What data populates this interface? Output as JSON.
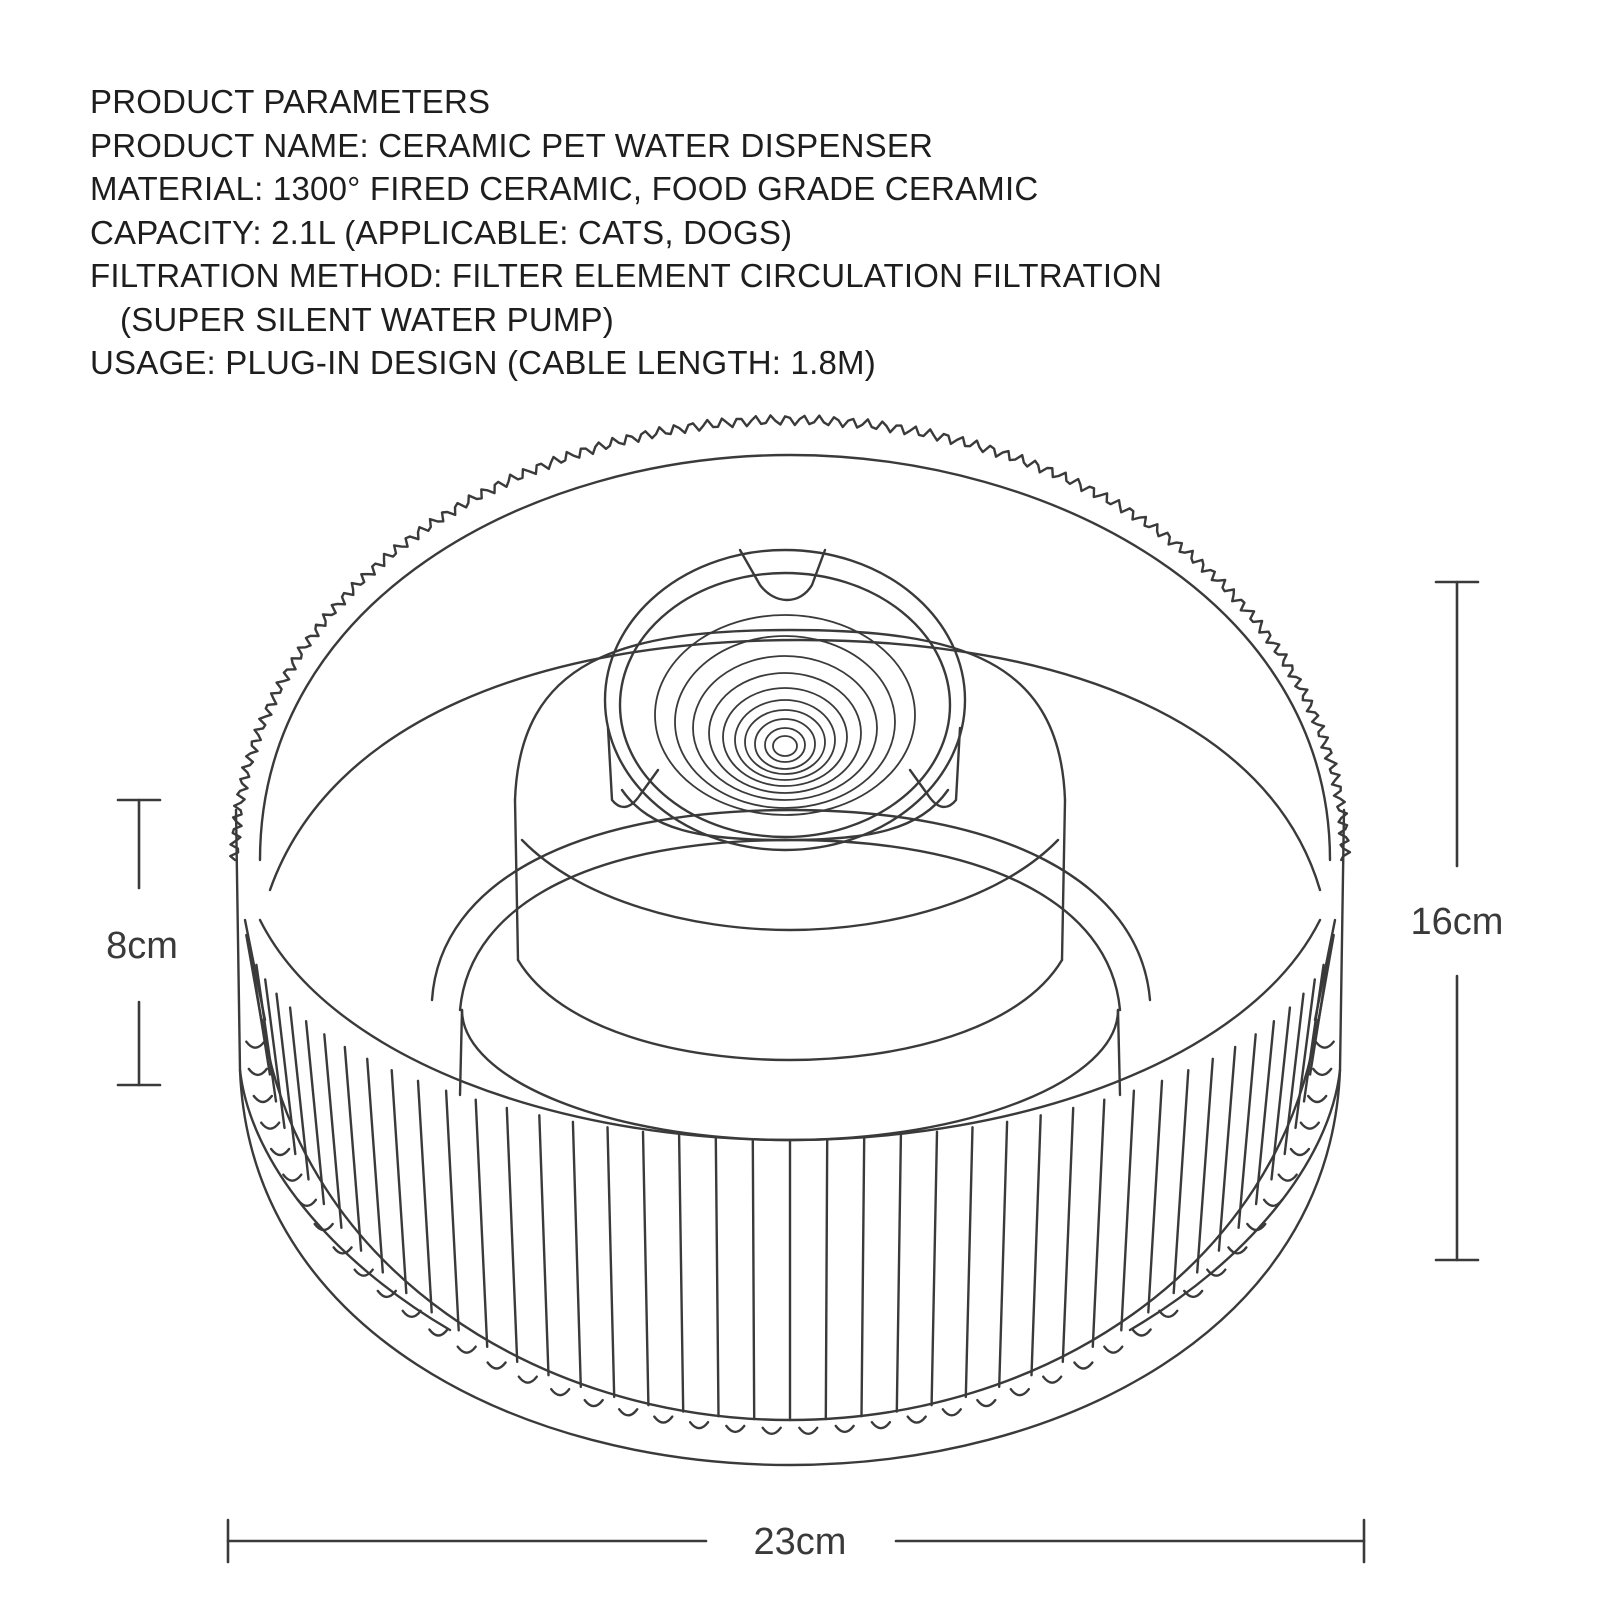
{
  "parameters": {
    "heading": "PRODUCT PARAMETERS",
    "name": "PRODUCT NAME: CERAMIC PET WATER DISPENSER",
    "material": "MATERIAL: 1300° FIRED CERAMIC, FOOD GRADE CERAMIC",
    "capacity": "CAPACITY: 2.1L (APPLICABLE: CATS, DOGS)",
    "filtration": "FILTRATION METHOD: FILTER ELEMENT CIRCULATION FILTRATION",
    "filtration_note": "(SUPER SILENT WATER PUMP)",
    "usage": "USAGE: PLUG-IN DESIGN (CABLE LENGTH: 1.8M)"
  },
  "dimensions": {
    "inner_height": "8cm",
    "total_height": "16cm",
    "diameter": "23cm"
  },
  "colors": {
    "line": "#3a3a3a",
    "text": "#1e1e1e"
  }
}
